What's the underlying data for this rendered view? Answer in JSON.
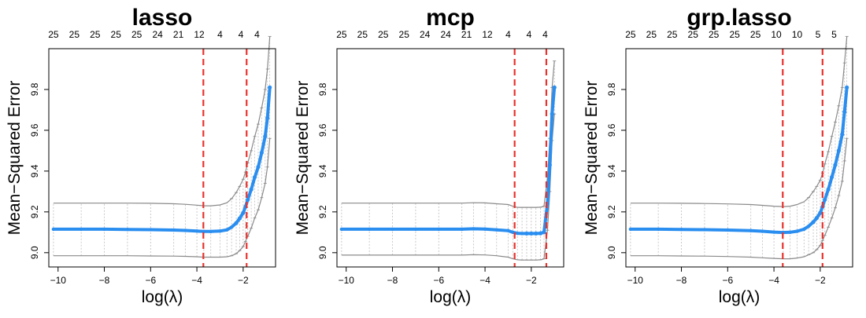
{
  "chart_data": [
    {
      "type": "scatter",
      "title": "lasso",
      "xlabel": "log(λ)",
      "ylabel": "Mean−Squared Error",
      "xlim": [
        -10.4,
        -0.6
      ],
      "ylim": [
        8.93,
        10.0
      ],
      "xticks": [
        -10,
        -8,
        -6,
        -4,
        -2
      ],
      "xtick_labels": [
        "−10",
        "−8",
        "−6",
        "−4",
        "−2"
      ],
      "yticks": [
        9.0,
        9.2,
        9.4,
        9.6,
        9.8
      ],
      "ytick_labels": [
        "9.0",
        "9.2",
        "9.4",
        "9.6",
        "9.8"
      ],
      "top_axis": {
        "x": [
          -10.2,
          -9.3,
          -8.4,
          -7.5,
          -6.6,
          -5.7,
          -4.8,
          -3.9,
          -3.0,
          -2.1,
          -1.4
        ],
        "labels": [
          "25",
          "25",
          "25",
          "25",
          "25",
          "24",
          "21",
          "12",
          "4",
          "4",
          "4"
        ]
      },
      "vlines": [
        -3.72,
        -1.85
      ],
      "series": [
        {
          "x": [
            -10.2,
            -9.0,
            -8.0,
            -7.0,
            -6.0,
            -5.0,
            -4.5,
            -4.0,
            -3.7,
            -3.4,
            -3.0,
            -2.7,
            -2.5,
            -2.3,
            -2.15,
            -2.0,
            -1.9,
            -1.8,
            -1.65,
            -1.5,
            -1.35,
            -1.2,
            -1.05,
            -0.95,
            -0.85
          ],
          "y": [
            9.115,
            9.115,
            9.115,
            9.114,
            9.113,
            9.111,
            9.109,
            9.106,
            9.104,
            9.104,
            9.106,
            9.112,
            9.125,
            9.145,
            9.168,
            9.195,
            9.225,
            9.26,
            9.31,
            9.37,
            9.42,
            9.49,
            9.57,
            9.66,
            9.81
          ],
          "lower": [
            8.985,
            8.985,
            8.985,
            8.985,
            8.984,
            8.983,
            8.982,
            8.98,
            8.978,
            8.978,
            8.978,
            8.98,
            8.985,
            8.995,
            9.01,
            9.03,
            9.055,
            9.08,
            9.12,
            9.17,
            9.21,
            9.27,
            9.34,
            9.42,
            9.56
          ],
          "upper": [
            9.243,
            9.243,
            9.243,
            9.243,
            9.242,
            9.24,
            9.237,
            9.233,
            9.23,
            9.23,
            9.234,
            9.245,
            9.265,
            9.295,
            9.325,
            9.36,
            9.395,
            9.44,
            9.5,
            9.57,
            9.63,
            9.71,
            9.8,
            9.9,
            10.06
          ]
        }
      ]
    },
    {
      "type": "scatter",
      "title": "mcp",
      "xlabel": "log(λ)",
      "ylabel": "Mean−Squared Error",
      "xlim": [
        -10.4,
        -0.6
      ],
      "ylim": [
        8.93,
        10.0
      ],
      "xticks": [
        -10,
        -8,
        -6,
        -4,
        -2
      ],
      "xtick_labels": [
        "−10",
        "−8",
        "−6",
        "−4",
        "−2"
      ],
      "yticks": [
        9.0,
        9.2,
        9.4,
        9.6,
        9.8
      ],
      "ytick_labels": [
        "9.0",
        "9.2",
        "9.4",
        "9.6",
        "9.8"
      ],
      "top_axis": {
        "x": [
          -10.2,
          -9.3,
          -8.4,
          -7.5,
          -6.6,
          -5.7,
          -4.8,
          -3.9,
          -3.0,
          -2.1,
          -1.4
        ],
        "labels": [
          "25",
          "25",
          "25",
          "25",
          "24",
          "24",
          "21",
          "12",
          "4",
          "4",
          "4"
        ]
      },
      "vlines": [
        -2.72,
        -1.35
      ],
      "series": [
        {
          "x": [
            -10.2,
            -9.0,
            -8.0,
            -7.0,
            -6.0,
            -5.0,
            -4.5,
            -4.0,
            -3.5,
            -3.0,
            -2.8,
            -2.6,
            -2.4,
            -2.2,
            -2.0,
            -1.8,
            -1.6,
            -1.45,
            -1.3,
            -1.2,
            -1.1,
            -1.0
          ],
          "y": [
            9.115,
            9.115,
            9.115,
            9.115,
            9.115,
            9.115,
            9.117,
            9.116,
            9.112,
            9.108,
            9.1,
            9.095,
            9.094,
            9.094,
            9.094,
            9.094,
            9.095,
            9.1,
            9.24,
            9.43,
            9.68,
            9.81
          ],
          "lower": [
            8.988,
            8.988,
            8.988,
            8.988,
            8.988,
            8.988,
            8.99,
            8.989,
            8.985,
            8.978,
            8.97,
            8.965,
            8.964,
            8.964,
            8.964,
            8.964,
            8.965,
            8.97,
            9.11,
            9.3,
            9.55,
            9.68
          ],
          "upper": [
            9.243,
            9.243,
            9.243,
            9.243,
            9.243,
            9.243,
            9.245,
            9.244,
            9.24,
            9.236,
            9.228,
            9.222,
            9.222,
            9.222,
            9.222,
            9.222,
            9.223,
            9.228,
            9.37,
            9.56,
            9.81,
            9.94
          ]
        }
      ]
    },
    {
      "type": "scatter",
      "title": "grp.lasso",
      "xlabel": "log(λ)",
      "ylabel": "Mean−Squared Error",
      "xlim": [
        -10.4,
        -0.6
      ],
      "ylim": [
        8.93,
        10.0
      ],
      "xticks": [
        -10,
        -8,
        -6,
        -4,
        -2
      ],
      "xtick_labels": [
        "−10",
        "−8",
        "−6",
        "−4",
        "−2"
      ],
      "yticks": [
        9.0,
        9.2,
        9.4,
        9.6,
        9.8
      ],
      "ytick_labels": [
        "9.0",
        "9.2",
        "9.4",
        "9.6",
        "9.8"
      ],
      "top_axis": {
        "x": [
          -10.2,
          -9.3,
          -8.4,
          -7.5,
          -6.6,
          -5.7,
          -4.8,
          -3.9,
          -3.0,
          -2.1,
          -1.4
        ],
        "labels": [
          "25",
          "25",
          "25",
          "25",
          "25",
          "25",
          "25",
          "10",
          "10",
          "5",
          "5"
        ]
      },
      "vlines": [
        -3.62,
        -1.9
      ],
      "series": [
        {
          "x": [
            -10.2,
            -9.0,
            -8.0,
            -7.0,
            -6.0,
            -5.0,
            -4.5,
            -4.0,
            -3.6,
            -3.3,
            -3.0,
            -2.7,
            -2.5,
            -2.3,
            -2.15,
            -2.0,
            -1.9,
            -1.8,
            -1.65,
            -1.5,
            -1.35,
            -1.2,
            -1.05,
            -0.95,
            -0.85
          ],
          "y": [
            9.115,
            9.115,
            9.114,
            9.113,
            9.111,
            9.108,
            9.105,
            9.101,
            9.099,
            9.1,
            9.105,
            9.115,
            9.13,
            9.15,
            9.17,
            9.195,
            9.225,
            9.26,
            9.31,
            9.37,
            9.43,
            9.5,
            9.58,
            9.69,
            9.81
          ],
          "lower": [
            8.985,
            8.985,
            8.984,
            8.983,
            8.981,
            8.978,
            8.975,
            8.972,
            8.97,
            8.97,
            8.974,
            8.98,
            8.99,
            9.0,
            9.015,
            9.035,
            9.06,
            9.085,
            9.125,
            9.17,
            9.22,
            9.28,
            9.35,
            9.45,
            9.56
          ],
          "upper": [
            9.243,
            9.243,
            9.242,
            9.241,
            9.239,
            9.236,
            9.232,
            9.228,
            9.226,
            9.228,
            9.236,
            9.25,
            9.27,
            9.3,
            9.325,
            9.355,
            9.39,
            9.435,
            9.495,
            9.57,
            9.64,
            9.72,
            9.81,
            9.93,
            10.06
          ]
        }
      ]
    }
  ]
}
